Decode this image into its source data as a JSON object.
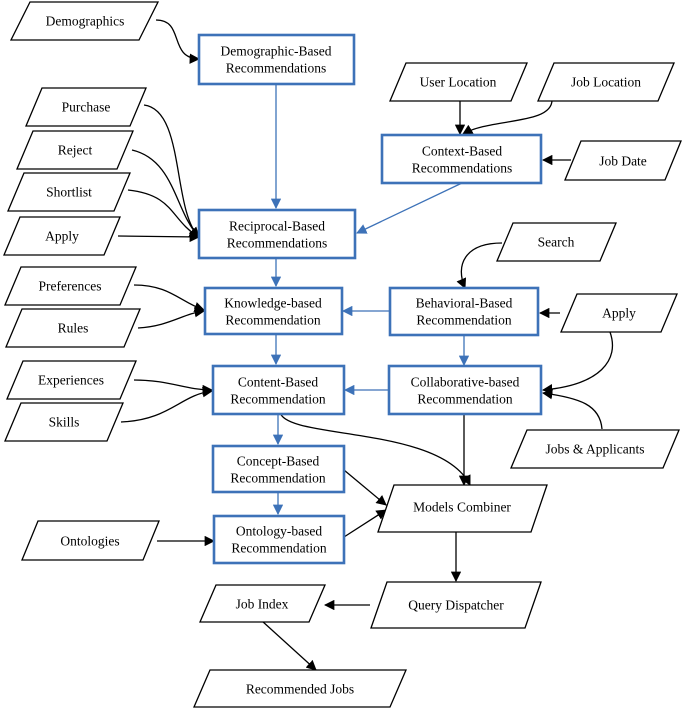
{
  "nodes": {
    "demographics": "Demographics",
    "purchase": "Purchase",
    "reject": "Reject",
    "shortlist": "Shortlist",
    "apply_left": "Apply",
    "preferences": "Preferences",
    "rules": "Rules",
    "experiences": "Experiences",
    "skills": "Skills",
    "ontologies": "Ontologies",
    "user_location": "User Location",
    "job_location": "Job Location",
    "job_date": "Job Date",
    "search": "Search",
    "apply_right": "Apply",
    "jobs_applicants": "Jobs & Applicants",
    "models_combiner": "Models Combiner",
    "query_dispatcher": "Query Dispatcher",
    "job_index": "Job Index",
    "recommended_jobs": "Recommended Jobs",
    "demographic_based": [
      "Demographic-Based",
      "Recommendations"
    ],
    "context_based": [
      "Context-Based",
      "Recommendations"
    ],
    "reciprocal_based": [
      "Reciprocal-Based",
      "Recommendations"
    ],
    "knowledge_based": [
      "Knowledge-based",
      "Recommendation"
    ],
    "behavioral_based": [
      "Behavioral-Based",
      "Recommendation"
    ],
    "content_based": [
      "Content-Based",
      "Recommendation"
    ],
    "collaborative_based": [
      "Collaborative-based",
      "Recommendation"
    ],
    "concept_based": [
      "Concept-Based",
      "Recommendation"
    ],
    "ontology_based": [
      "Ontology-based",
      "Recommendation"
    ]
  },
  "colors": {
    "module_border": "#3d72b8",
    "module_arrow": "#3d72b8",
    "input_border": "#000000"
  }
}
